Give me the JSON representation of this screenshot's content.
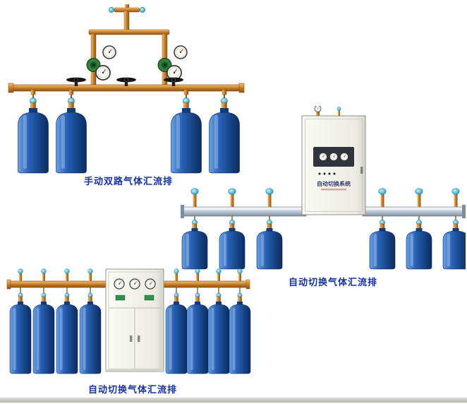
{
  "page": {
    "background": "#ffffff",
    "bottom_strip_color": "#c9c9c4"
  },
  "colors": {
    "caption_text": "#17339b",
    "brass_pipe": "#cd8430",
    "cylinder_blue": "#1c4e9c",
    "valve_cap_cyan": "#49b4d6",
    "aluminum_pipe": "#bcc8d4",
    "regulator_green": "#2e7d3a"
  },
  "products": {
    "manual_dual": {
      "caption": "手动双路气体汇流排",
      "cylinder_count": 4
    },
    "auto_switch_a": {
      "caption": "自动切换气体汇流排",
      "cabinet_label": "自动切换系统",
      "cylinder_count": 6
    },
    "auto_switch_b": {
      "caption": "自动切换气体汇流排",
      "cylinder_count": 8
    }
  }
}
